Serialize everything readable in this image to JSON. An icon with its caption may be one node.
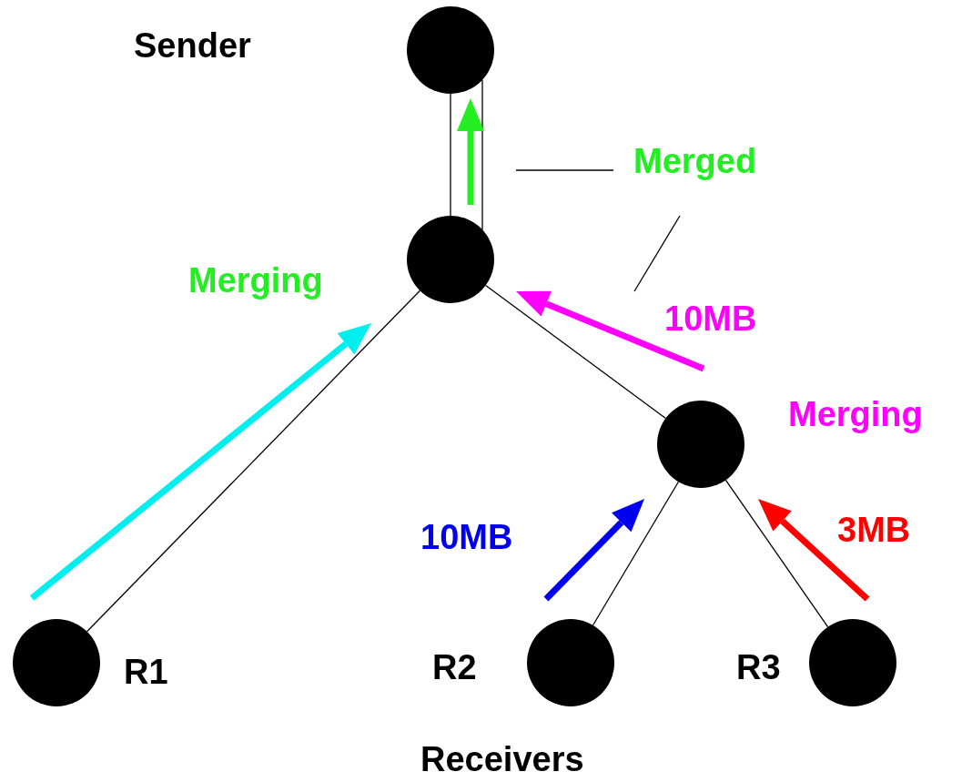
{
  "diagram": {
    "nodes": [
      {
        "text": [],
        "shape": "circle"
      },
      {
        "text": [],
        "shape": "circle",
        "beside": [
          "Merging"
        ]
      },
      {
        "text": [],
        "shape": "circle",
        "beside": [
          "Merging"
        ]
      },
      {
        "text": [],
        "shape": "circle",
        "beside": [
          "R1"
        ]
      },
      {
        "text": [],
        "shape": "circle",
        "beside": [
          "R2"
        ]
      },
      {
        "text": [],
        "shape": "circle",
        "beside": [
          "R3"
        ]
      },
      {
        "text": [
          "Merged"
        ]
      }
    ],
    "edges": [
      {
        "from": 0,
        "to": 1,
        "arrow": "none"
      },
      {
        "from": 1,
        "to": 2,
        "arrow": "none"
      },
      {
        "from": 1,
        "to": 3,
        "arrow": "none"
      },
      {
        "from": 2,
        "to": 4,
        "arrow": "none"
      },
      {
        "from": 2,
        "to": 5,
        "arrow": "none"
      },
      {
        "from": 6,
        "to": null,
        "arrow": "none"
      },
      {
        "from": 6,
        "to": null,
        "arrow": "none"
      },
      {
        "from": 0,
        "to": 1,
        "arrow": "none"
      }
    ],
    "labels": [
      "Sender",
      "10MB",
      "10MB",
      "3MB",
      "Receivers"
    ]
  }
}
